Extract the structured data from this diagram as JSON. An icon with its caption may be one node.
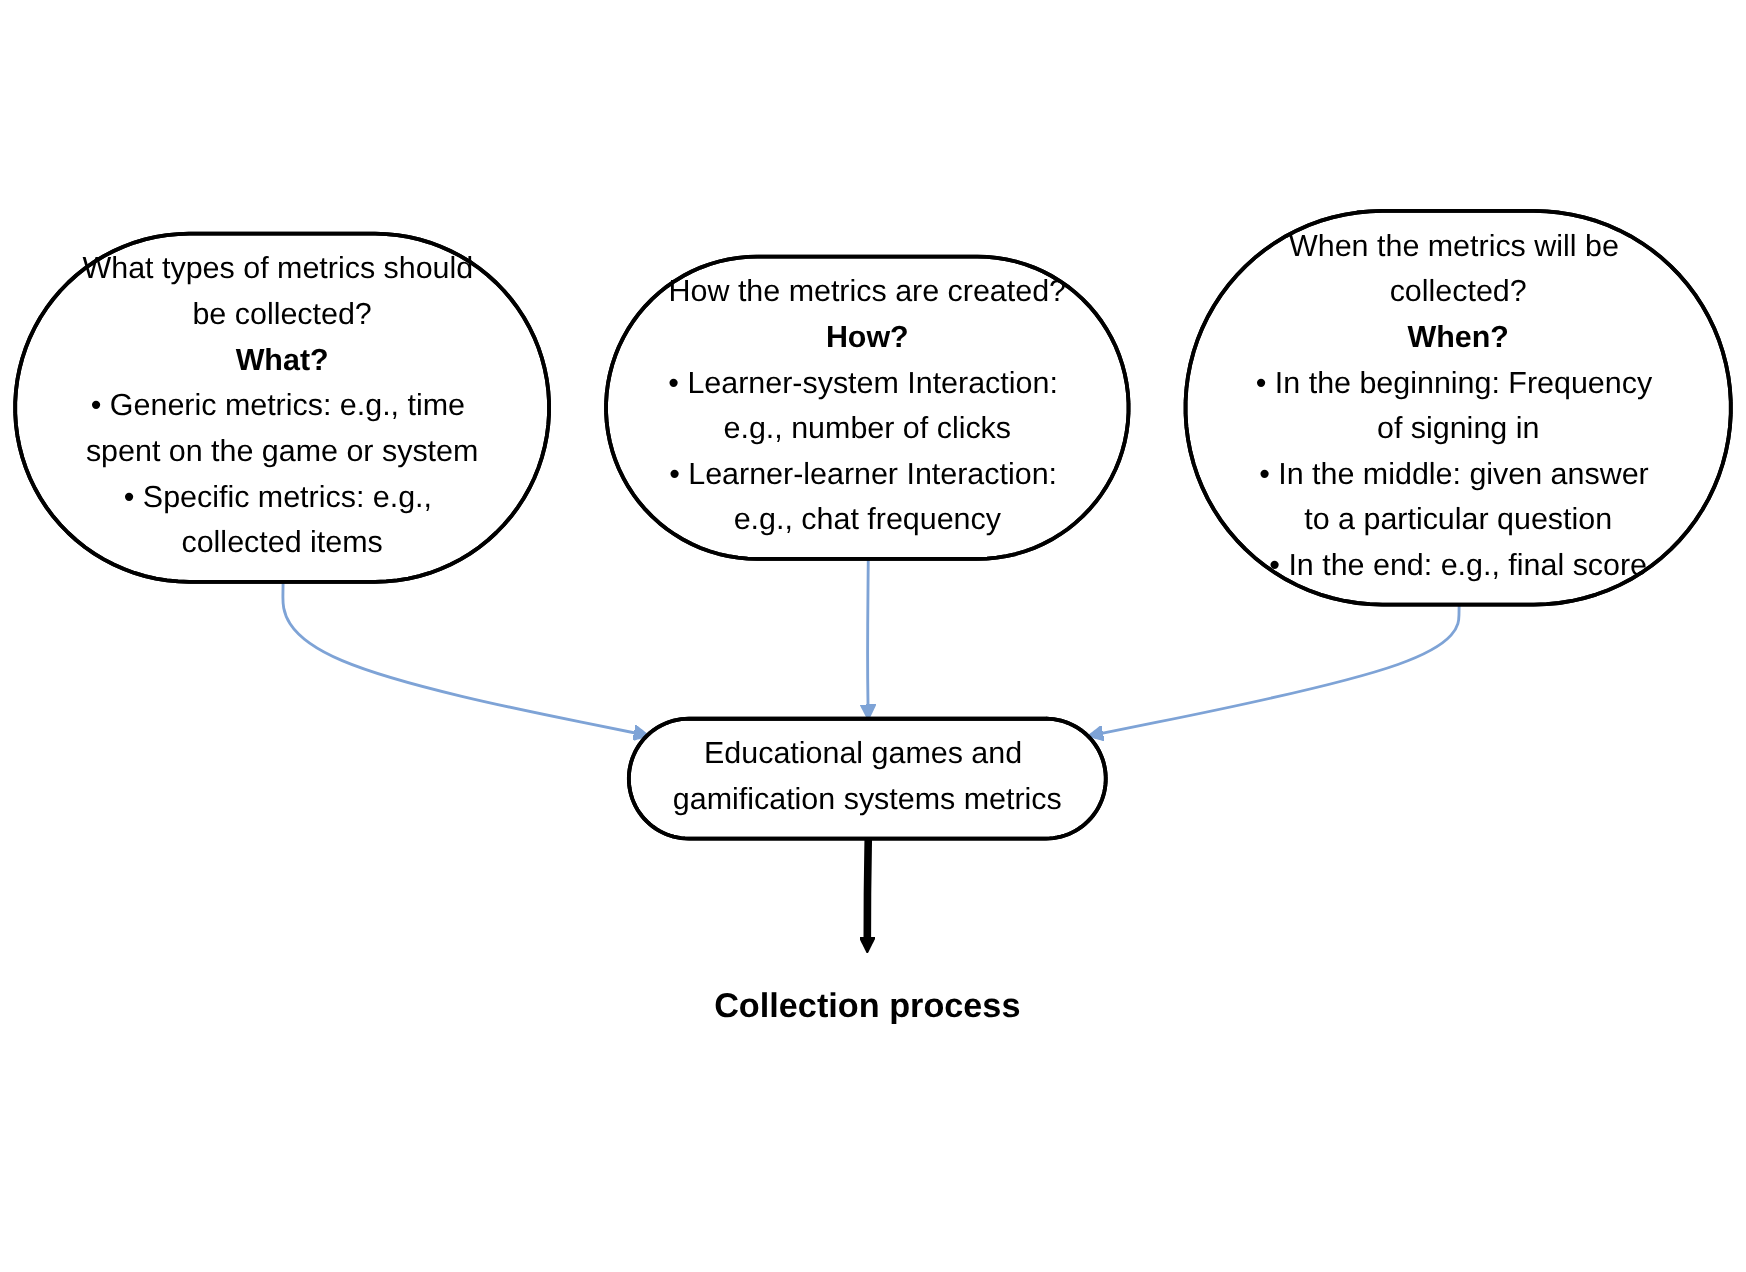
{
  "diagram": {
    "nodes": [
      {
        "text": [
          "What types of metrics should be collected?",
          "What?",
          "• Generic metrics: e.g., time spent on the game or system",
          "• Specific metrics: e.g., collected items"
        ]
      },
      {
        "text": [
          "How the metrics are created?",
          "How?",
          "• Learner-system Interaction: e.g., number of clicks",
          "• Learner-learner Interaction: e.g., chat frequency"
        ]
      },
      {
        "text": [
          "When the metrics will be collected?",
          "When?",
          "• In the beginning: Frequency of signing in",
          "• In the middle: given answer to a particular question",
          "• In the end: e.g., final score"
        ]
      },
      {
        "text": [
          "Educational games and gamification systems metrics"
        ]
      },
      {
        "text": [
          "Collection process"
        ]
      }
    ],
    "edges": [
      {
        "from": 0,
        "to": 3,
        "arrow": "to"
      },
      {
        "from": 1,
        "to": 3,
        "arrow": "to"
      },
      {
        "from": 2,
        "to": 3,
        "arrow": "to"
      },
      {
        "from": 3,
        "to": 4,
        "arrow": "to",
        "style": "thick",
        "color": "#000000"
      }
    ]
  }
}
